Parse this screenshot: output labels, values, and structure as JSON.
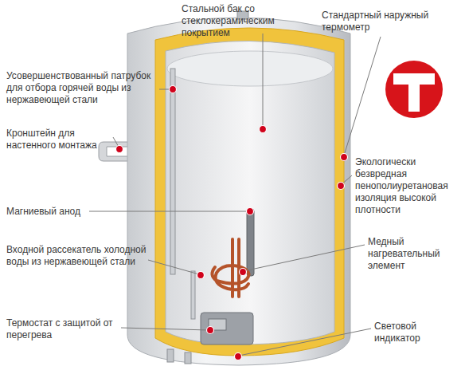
{
  "diagram": {
    "labels": [
      "Стальной бак со стеклокерамическим покрытием",
      "Стандартный наружный термометр",
      "Усовершенствованный патрубок для отбора горячей воды из нержавеющей стали",
      "Кронштейн для настенного монтажа",
      "Экологически безвредная пенополиуретановая изоляция высокой плотности",
      "Магниевый анод",
      "Входной рассекатель холодной воды из нержавеющей стали",
      "Медный нагревательный элемент",
      "Термостат с защитой от перегрева",
      "Световой индикатор"
    ]
  }
}
